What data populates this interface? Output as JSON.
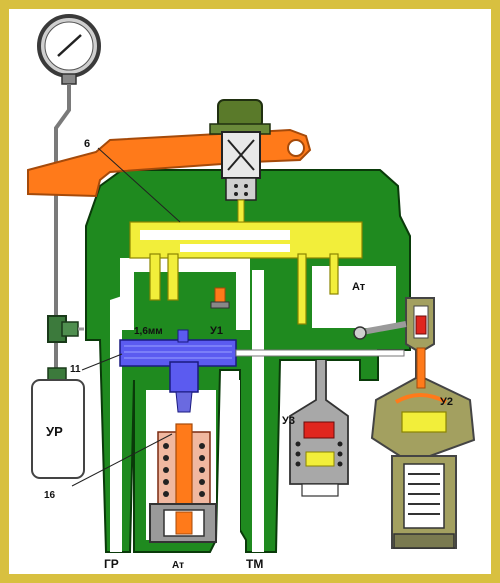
{
  "labels": {
    "l6": "6",
    "l16mm": "1,6мм",
    "lU1": "У1",
    "lAt1": "Ат",
    "lU2": "У2",
    "lU3": "У3",
    "l11": "11",
    "lUR": "УР",
    "l16": "16",
    "lGR": "ГР",
    "lAt2": "Ат",
    "lTM": "ТМ"
  },
  "colors": {
    "body": "#1f8a1f",
    "handle": "#ff7a1a",
    "yellow": "#f2ee3a",
    "blue": "#5b5bf0",
    "olive": "#a3a060",
    "grey": "#a8a8a8",
    "red": "#e0261e",
    "frame": "#d8c040"
  }
}
